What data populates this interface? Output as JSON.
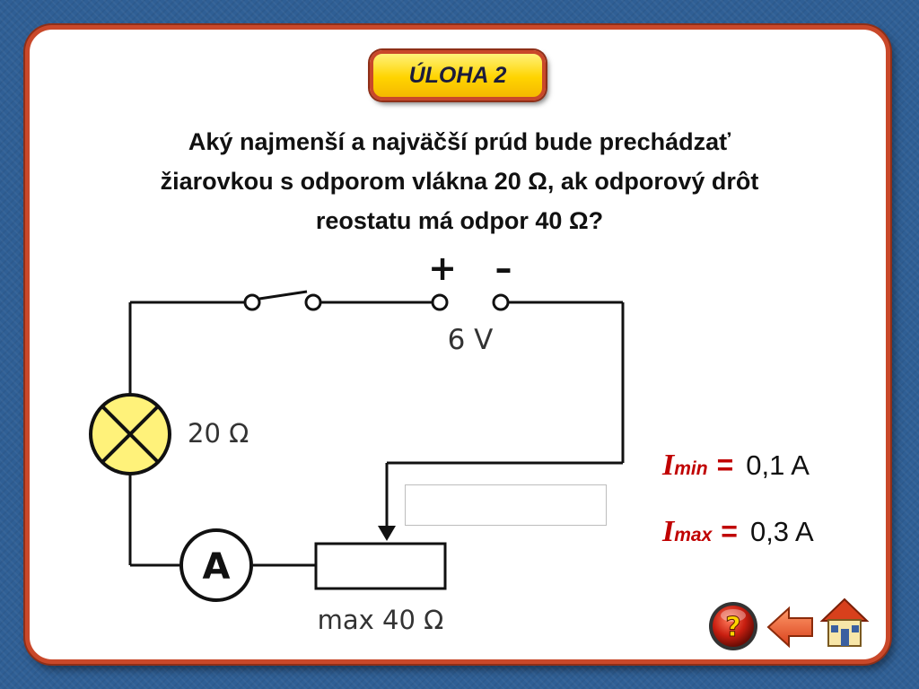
{
  "slide": {
    "title": "ÚLOHA 2",
    "question_lines": [
      "Aký najmenší a najväčší prúd bude prechádzať",
      "žiarovkou s odporom vlákna 20 Ω, ak odporový drôt",
      "reostatu má odpor 40 Ω?"
    ]
  },
  "diagram": {
    "plus": "+",
    "minus": "–",
    "voltage": "6 V",
    "bulb_resistance": "20 Ω",
    "ammeter": "A",
    "rheostat_label": "max 40 Ω"
  },
  "answers": {
    "min": {
      "symbol": "I",
      "subscript": "min",
      "equals": "=",
      "value": "0,1 A"
    },
    "max": {
      "symbol": "I",
      "subscript": "max",
      "equals": "=",
      "value": "0,3 A"
    }
  },
  "nav": {
    "help_glyph": "?",
    "colors": {
      "border": "#c9482a",
      "accent": "#c00000",
      "badge": "#ffd400",
      "bulb": "#fff27a"
    }
  }
}
